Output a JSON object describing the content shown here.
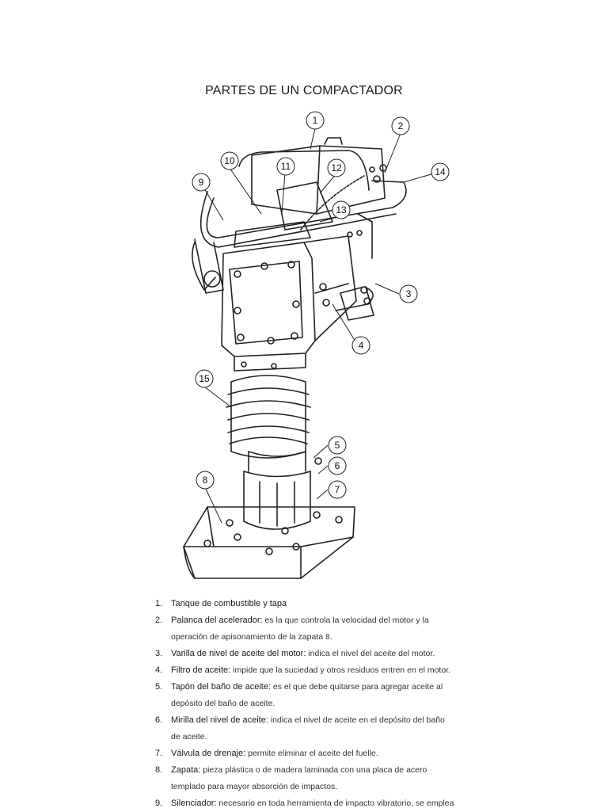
{
  "title": "PARTES DE UN COMPACTADOR",
  "callouts": [
    "1",
    "2",
    "3",
    "4",
    "5",
    "6",
    "7",
    "8",
    "9",
    "10",
    "11",
    "12",
    "13",
    "14",
    "15"
  ],
  "legend": [
    {
      "num": "1.",
      "term": "Tanque de combustible y tapa",
      "desc": ""
    },
    {
      "num": "2.",
      "term": "Palanca del acelerador:",
      "desc": " es la que controla la velocidad del motor y la operación de apisonamiento de la zapata 8."
    },
    {
      "num": "3.",
      "term": "Varilla de nivel de aceite del motor:",
      "desc": " indica el nivel del aceite del motor."
    },
    {
      "num": "4.",
      "term": "Filtro de aceite:",
      "desc": " impide que la suciedad y otros residuos entren en el motor."
    },
    {
      "num": "5.",
      "term": "Tapón del baño de aceite:",
      "desc": " es el que debe quitarse para agregar aceite al depósito del baño de aceite."
    },
    {
      "num": "6.",
      "term": "Mirilla del nivel de aceite:",
      "desc": " indica el nivel de aceite en el depósito del baño de aceite."
    },
    {
      "num": "7.",
      "term": "Válvula de drenaje:",
      "desc": " permite eliminar el aceite del fuelle."
    },
    {
      "num": "8.",
      "term": "Zapata:",
      "desc": " pieza plástica o de madera laminada con una placa de acero templado para mayor absorción de impactos."
    },
    {
      "num": "9.",
      "term": "Silenciador:",
      "desc": " necesario en toda herramienta de impacto vibratorio, se emplea"
    }
  ]
}
